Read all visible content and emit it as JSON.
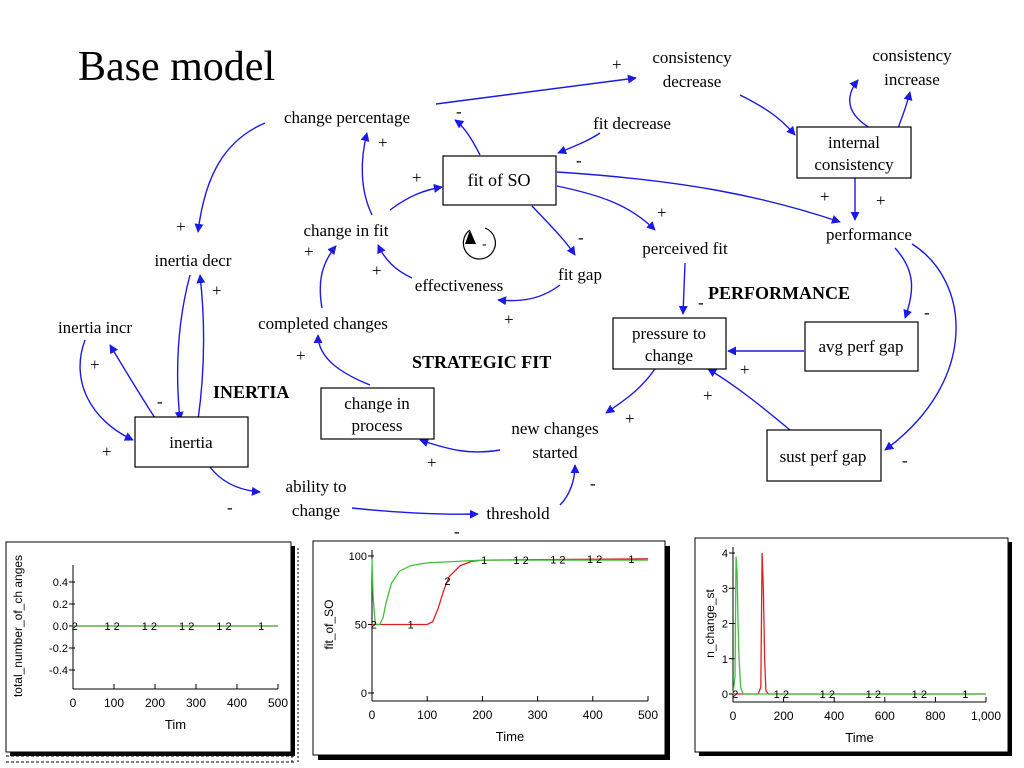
{
  "slide": {
    "title": "Base model"
  },
  "diagram": {
    "stocks": {
      "fit_of_so": "fit of SO",
      "internal_consistency": [
        "internal",
        "consistency"
      ],
      "pressure_to_change": [
        "pressure to",
        "change"
      ],
      "avg_perf_gap": "avg perf gap",
      "change_in_process": [
        "change in",
        "process"
      ],
      "inertia": "inertia",
      "sust_perf_gap": "sust perf gap"
    },
    "variables": {
      "consistency_decrease": [
        "consistency",
        "decrease"
      ],
      "consistency_increase": [
        "consistency",
        "increase"
      ],
      "change_percentage": "change percentage",
      "fit_decrease": "fit decrease",
      "change_in_fit": "change in fit",
      "inertia_decr": "inertia decr",
      "performance": "performance",
      "perceived_fit": "perceived fit",
      "effectiveness": "effectiveness",
      "fit_gap": "fit gap",
      "inertia_incr": "inertia incr",
      "completed_changes": "completed changes",
      "new_changes_started": [
        "new changes",
        "started"
      ],
      "ability_to_change": [
        "ability to",
        "change"
      ],
      "threshold": "threshold"
    },
    "sections": {
      "performance": "PERFORMANCE",
      "strategic_fit": "STRATEGIC FIT",
      "inertia": "INERTIA"
    },
    "loop_label": "-",
    "arrow_color": "#1a1ae6",
    "polarity": {
      "pos": "+",
      "neg": "-"
    }
  },
  "chart_data": [
    {
      "type": "line",
      "ylabel": "total_number_of_ch anges",
      "xlabel": "Tim",
      "xlim": [
        0,
        500
      ],
      "ylim": [
        -0.5,
        0.5
      ],
      "x_ticks": [
        "0",
        "100",
        "200",
        "300",
        "400",
        "500"
      ],
      "y_ticks": [
        "0.4",
        "0.2",
        "0.0",
        "-0.2",
        "-0.4"
      ],
      "series": [
        {
          "name": "1",
          "color": "#e02020",
          "x": [
            0,
            500
          ],
          "y": [
            0,
            0
          ]
        },
        {
          "name": "2",
          "color": "#40c040",
          "x": [
            0,
            500
          ],
          "y": [
            0,
            0
          ]
        }
      ],
      "markers": [
        "2",
        "1 2",
        "1 2",
        "1 2",
        "1 2",
        "1"
      ]
    },
    {
      "type": "line",
      "ylabel": "fit_of_SO",
      "xlabel": "Time",
      "xlim": [
        0,
        500
      ],
      "ylim": [
        0,
        100
      ],
      "x_ticks": [
        "0",
        "100",
        "200",
        "300",
        "400",
        "500"
      ],
      "y_ticks": [
        "100",
        "50",
        "0"
      ],
      "series": [
        {
          "name": "1",
          "color": "#e02020",
          "x": [
            0,
            20,
            100,
            110,
            120,
            130,
            140,
            160,
            180,
            200,
            500
          ],
          "y": [
            50,
            50,
            50,
            52,
            62,
            75,
            85,
            93,
            96,
            97,
            98
          ]
        },
        {
          "name": "2",
          "color": "#40c040",
          "x": [
            0,
            2,
            6,
            14,
            20,
            25,
            35,
            50,
            70,
            100,
            150,
            200,
            500
          ],
          "y": [
            98,
            70,
            50,
            50,
            55,
            65,
            80,
            89,
            93,
            95,
            96,
            97,
            97
          ]
        }
      ],
      "markers": [
        "2",
        "1",
        "2",
        "1",
        "1 2",
        "1 2",
        "1 2",
        "1"
      ]
    },
    {
      "type": "line",
      "ylabel": "n_change_st",
      "xlabel": "Time",
      "xlim": [
        0,
        1000
      ],
      "ylim": [
        0,
        4
      ],
      "x_ticks": [
        "0",
        "200",
        "400",
        "600",
        "800",
        "1,000"
      ],
      "y_ticks": [
        "4",
        "3",
        "2",
        "1",
        "0"
      ],
      "series": [
        {
          "name": "1",
          "color": "#e02020",
          "x": [
            0,
            100,
            110,
            115,
            120,
            125,
            130,
            140,
            1000
          ],
          "y": [
            0,
            0,
            0.2,
            4,
            3,
            1,
            0.1,
            0,
            0
          ]
        },
        {
          "name": "2",
          "color": "#40c040",
          "x": [
            0,
            8,
            12,
            16,
            20,
            24,
            30,
            40,
            1000
          ],
          "y": [
            0,
            0.5,
            3.9,
            3.5,
            2,
            1,
            0.2,
            0,
            0
          ]
        }
      ],
      "markers": [
        "2",
        "1 2",
        "1 2",
        "1 2",
        "1 2",
        "1"
      ]
    }
  ]
}
